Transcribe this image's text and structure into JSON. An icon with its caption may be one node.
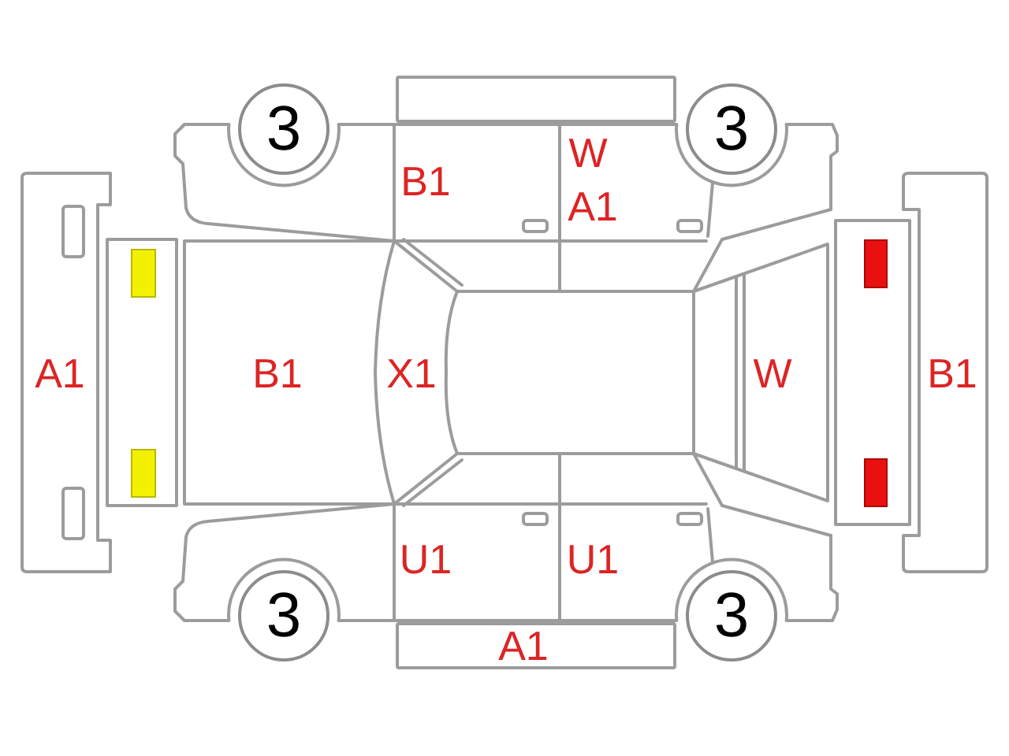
{
  "diagram": {
    "nodes": [
      {
        "text": [
          "3"
        ]
      },
      {
        "text": [
          "3"
        ]
      },
      {
        "text": [
          "3"
        ]
      },
      {
        "text": [
          "3"
        ]
      }
    ],
    "labels": [
      "B1",
      "W",
      "A1",
      "A1",
      "B1",
      "X1",
      "W",
      "B1",
      "U1",
      "U1",
      "A1"
    ]
  }
}
